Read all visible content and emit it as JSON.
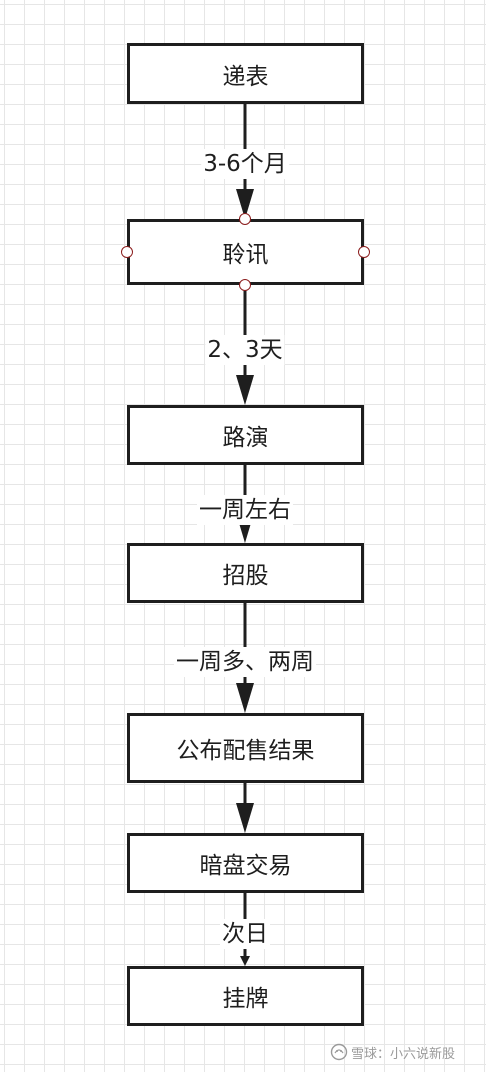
{
  "nodes": [
    {
      "id": "n1",
      "label": "递表"
    },
    {
      "id": "n2",
      "label": "聆讯"
    },
    {
      "id": "n3",
      "label": "路演"
    },
    {
      "id": "n4",
      "label": "招股"
    },
    {
      "id": "n5",
      "label": "公布配售结果"
    },
    {
      "id": "n6",
      "label": "暗盘交易"
    },
    {
      "id": "n7",
      "label": "挂牌"
    }
  ],
  "edges": [
    {
      "from": "n1",
      "to": "n2",
      "label": "3-6个月"
    },
    {
      "from": "n2",
      "to": "n3",
      "label": "2、3天"
    },
    {
      "from": "n3",
      "to": "n4",
      "label": "一周左右"
    },
    {
      "from": "n4",
      "to": "n5",
      "label": "一周多、两周"
    },
    {
      "from": "n5",
      "to": "n6",
      "label": ""
    },
    {
      "from": "n6",
      "to": "n7",
      "label": "次日"
    }
  ],
  "watermark": {
    "text": "雪球：小六说新股",
    "icon": "snowball-icon"
  },
  "colors": {
    "stroke": "#1e1e1e",
    "handle": "#8b1c1c",
    "grid": "#e6e6e6"
  }
}
